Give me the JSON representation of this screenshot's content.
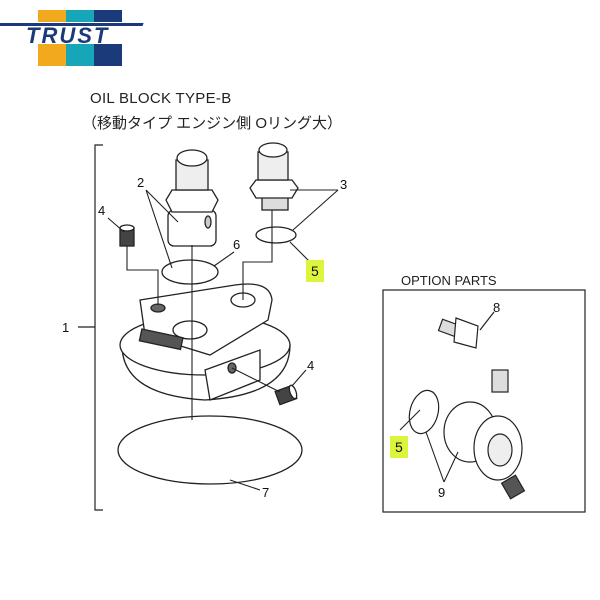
{
  "logo": {
    "text": "TRUST",
    "colors": {
      "orange": "#f2a91d",
      "teal": "#16a6b8",
      "navy": "#1b3a7a"
    }
  },
  "title": "OIL BLOCK TYPE-B",
  "subtitle": "（移動タイプ エンジン側 Oリング大）",
  "highlight_color": "#dcf53c",
  "callouts": {
    "assembly": "1",
    "fitting": "2",
    "fitting_straight": "3",
    "plug_top": "4",
    "plug_side": "4",
    "oring_small": "5",
    "oring_center": "6",
    "oring_large": "7"
  },
  "option_parts": {
    "title": "OPTION PARTS",
    "callouts": {
      "adapter": "8",
      "oring": "5",
      "swivel": "9"
    }
  }
}
